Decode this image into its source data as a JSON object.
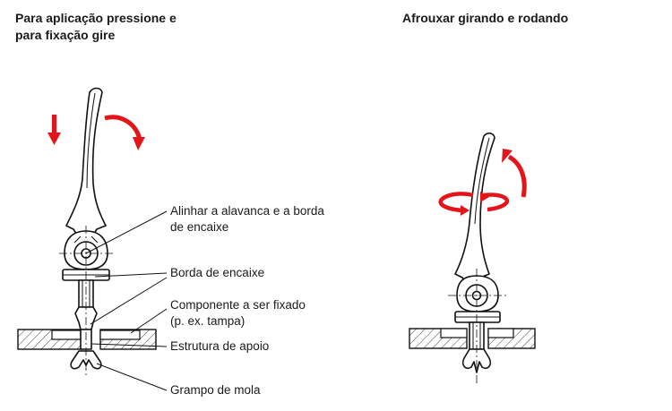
{
  "headings": {
    "left": [
      "Para aplicação pressione e",
      "para fixação gire"
    ],
    "right": "Afrouxar girando e rodando"
  },
  "callouts": {
    "align": [
      "Alinhar a alavanca e a borda",
      "de encaixe"
    ],
    "edge": "Borda de encaixe",
    "component": [
      "Componente a ser fixado",
      "(p. ex. tampa)"
    ],
    "support": "Estrutura de apoio",
    "clip": "Grampo de mola"
  },
  "colors": {
    "arrow": "#e3151b",
    "line": "#111111"
  },
  "icons": [
    "press-down-arrow-icon",
    "rotate-clockwise-arrow-icon",
    "rotate-counterclockwise-arrow-icon",
    "spin-arrow-icon"
  ]
}
